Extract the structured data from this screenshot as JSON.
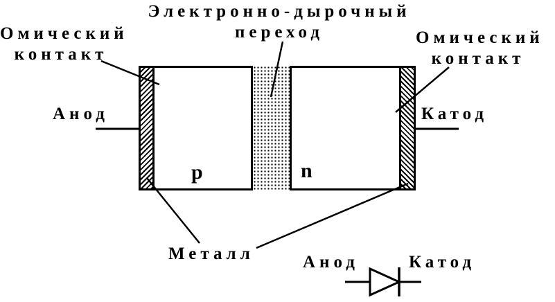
{
  "labels": {
    "junction": {
      "line1": "Электронно-дырочный",
      "line2": "переход"
    },
    "ohmic_left": {
      "line1": "Омический",
      "line2": "контакт"
    },
    "ohmic_right": {
      "line1": "Омический",
      "line2": "контакт"
    },
    "anode": "Анод",
    "cathode": "Катод",
    "p_region": "p",
    "n_region": "n",
    "metal": "Металл",
    "symbol_anode": "Анод",
    "symbol_cathode": "Катод"
  },
  "colors": {
    "background": "#ffffff",
    "ink": "#000000"
  }
}
